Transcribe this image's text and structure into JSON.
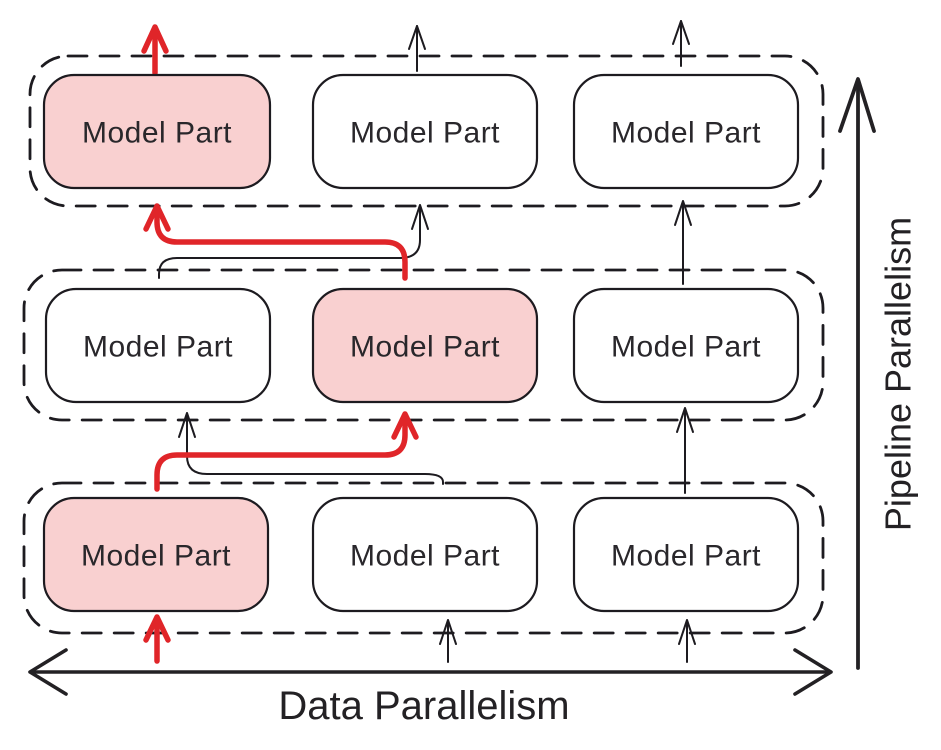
{
  "diagram": {
    "rows": [
      {
        "boxes": [
          {
            "label": "Model Part",
            "highlighted": true
          },
          {
            "label": "Model Part",
            "highlighted": false
          },
          {
            "label": "Model Part",
            "highlighted": false
          }
        ]
      },
      {
        "boxes": [
          {
            "label": "Model Part",
            "highlighted": false
          },
          {
            "label": "Model Part",
            "highlighted": true
          },
          {
            "label": "Model Part",
            "highlighted": false
          }
        ]
      },
      {
        "boxes": [
          {
            "label": "Model Part",
            "highlighted": true
          },
          {
            "label": "Model Part",
            "highlighted": false
          },
          {
            "label": "Model Part",
            "highlighted": false
          }
        ]
      }
    ],
    "x_axis": {
      "label": "Data Parallelism"
    },
    "y_axis": {
      "label": "Pipeline Parallelism"
    },
    "colors": {
      "highlight_fill": "#f9d0d0",
      "accent_red": "#e02529",
      "ink": "#1d1b20"
    }
  }
}
